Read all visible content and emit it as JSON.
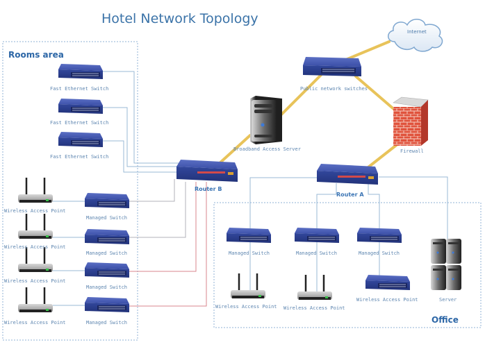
{
  "title": "Hotel Network Topology",
  "areas": {
    "rooms": "Rooms area",
    "office": "Office"
  },
  "colors": {
    "title": "#3b73a8",
    "area_label": "#2c66a6",
    "node_label": "#5e86b0",
    "device_blue": "#34489c",
    "backbone_link": "#e8c35a",
    "lan_link": "#9ab9d6",
    "red_link": "#d9868c",
    "area_border": "#8fb0d4"
  },
  "nodes": {
    "internet": "Internet",
    "public_switch": "Public network switches",
    "broadband_server": "Broadband Access Server",
    "firewall": "Firewall",
    "router_a": "Router A",
    "router_b": "Router B",
    "fast_switches": [
      "Fast Ethernet Switch",
      "Fast Ethernet Switch",
      "Fast Ethernet Switch"
    ],
    "rooms_aps": [
      "Wireless Access Point",
      "Wireless Access Point",
      "Wireless Access Point",
      "Wireless Access Point"
    ],
    "rooms_managed": [
      "Managed Switch",
      "Managed Switch",
      "Managed Switch",
      "Managed Switch"
    ],
    "office_managed": [
      "Managed Switch",
      "Managed Switch",
      "Managed Switch"
    ],
    "office_aps": [
      "Wireless Access Point",
      "Wireless Access Point",
      "Wireless Access Point"
    ],
    "server": "Server"
  },
  "links": [
    {
      "from": "internet",
      "to": "public_switch",
      "type": "backbone"
    },
    {
      "from": "public_switch",
      "to": "broadband_server",
      "type": "backbone"
    },
    {
      "from": "broadband_server",
      "to": "router_b",
      "type": "backbone"
    },
    {
      "from": "public_switch",
      "to": "firewall",
      "type": "backbone"
    },
    {
      "from": "firewall",
      "to": "router_a",
      "type": "backbone"
    },
    {
      "from": "router_b",
      "to": "fast_switches",
      "type": "lan"
    },
    {
      "from": "router_b",
      "to": "rooms_managed",
      "type": "lan"
    },
    {
      "from": "rooms_managed",
      "to": "rooms_aps",
      "type": "lan"
    },
    {
      "from": "router_a",
      "to": "office_managed",
      "type": "lan"
    },
    {
      "from": "router_a",
      "to": "server",
      "type": "lan"
    },
    {
      "from": "office_managed",
      "to": "office_aps",
      "type": "lan"
    }
  ]
}
